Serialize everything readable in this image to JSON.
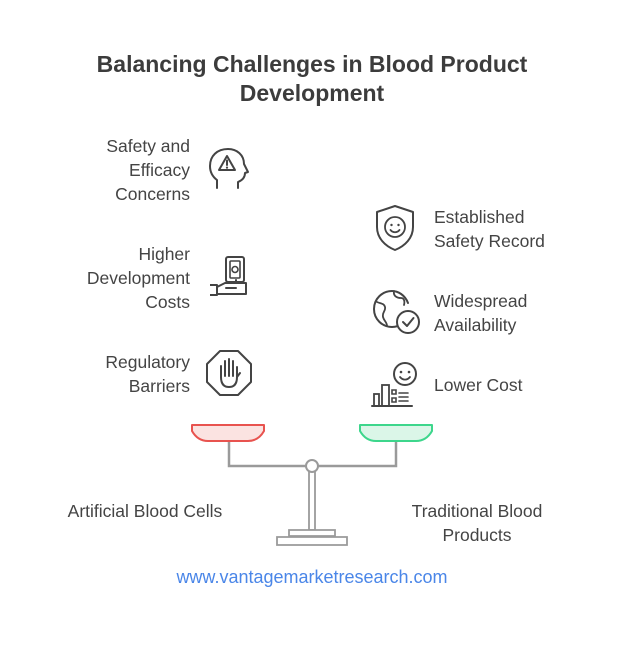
{
  "title": {
    "line1": "Balancing Challenges in Blood Product",
    "line2": "Development"
  },
  "left_side": {
    "name": "Artificial Blood Cells",
    "pan_color": "#e8534f",
    "items": [
      {
        "lines": [
          "Safety and",
          "Efficacy",
          "Concerns"
        ],
        "icon": "head-warning-icon"
      },
      {
        "lines": [
          "Higher",
          "Development",
          "Costs"
        ],
        "icon": "hand-money-icon"
      },
      {
        "lines": [
          "Regulatory",
          "Barriers"
        ],
        "icon": "stop-hand-icon"
      }
    ]
  },
  "right_side": {
    "name_lines": [
      "Traditional Blood",
      "Products"
    ],
    "pan_color": "#3dd68c",
    "items": [
      {
        "lines": [
          "Established",
          "Safety Record"
        ],
        "icon": "shield-face-icon"
      },
      {
        "lines": [
          "Widespread",
          "Availability"
        ],
        "icon": "globe-check-icon"
      },
      {
        "lines": [
          "Lower Cost"
        ],
        "icon": "happy-money-icon"
      }
    ]
  },
  "footer": {
    "url": "www.vantagemarketresearch.com"
  }
}
